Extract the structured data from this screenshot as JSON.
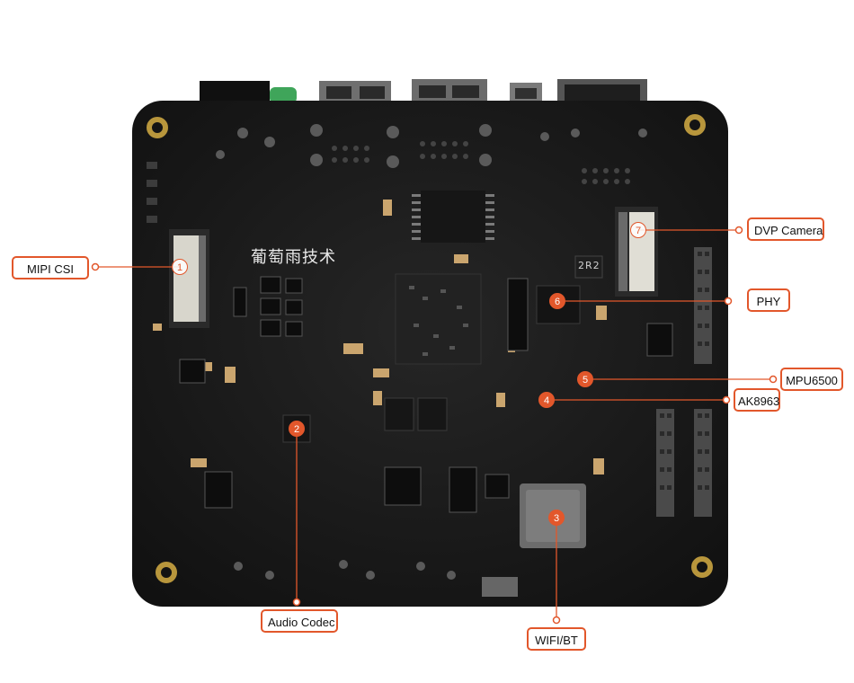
{
  "board": {
    "silkscreen_text": "葡萄雨技术",
    "chip_marking": "2R2"
  },
  "callouts": [
    {
      "num": "1",
      "label": "MIPI CSI"
    },
    {
      "num": "2",
      "label": "Audio Codec"
    },
    {
      "num": "3",
      "label": "WIFI/BT"
    },
    {
      "num": "4",
      "label": "AK8963"
    },
    {
      "num": "5",
      "label": "MPU6500"
    },
    {
      "num": "6",
      "label": "PHY"
    },
    {
      "num": "7",
      "label": "DVP Camera"
    }
  ],
  "colors": {
    "accent": "#e2572b",
    "board": "#1a1a1a",
    "gold": "#b8963c"
  }
}
